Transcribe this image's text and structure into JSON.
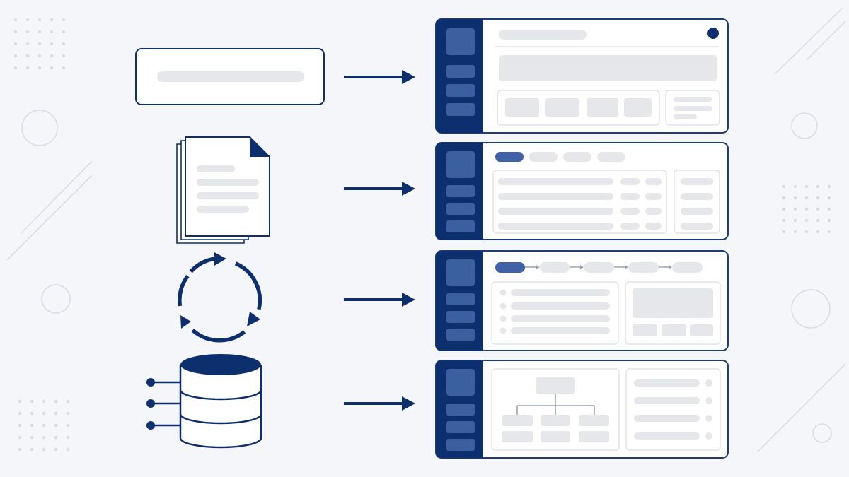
{
  "colors": {
    "background": "#f5f6fa",
    "navy": "#0e2f6e",
    "navy_block": "#3c5f9f",
    "accent_pill": "#3f62a6",
    "frame_stroke": "#1d3c78",
    "placeholder": "#e6e7eb",
    "inner_stroke": "#dcdde2",
    "connector": "#9aa3b4",
    "decor": "#d8dbe2"
  },
  "icons": {
    "input": "search-bar-icon",
    "documents": "document-stack-icon",
    "cycle": "refresh-cycle-icon",
    "database": "database-icon",
    "arrow": "arrow-right-icon"
  },
  "rows": [
    {
      "input": "search-bar",
      "output": "dashboard-overview"
    },
    {
      "input": "document-stack",
      "output": "table-view"
    },
    {
      "input": "refresh-cycle",
      "output": "workflow-pipeline"
    },
    {
      "input": "database",
      "output": "org-hierarchy"
    }
  ]
}
